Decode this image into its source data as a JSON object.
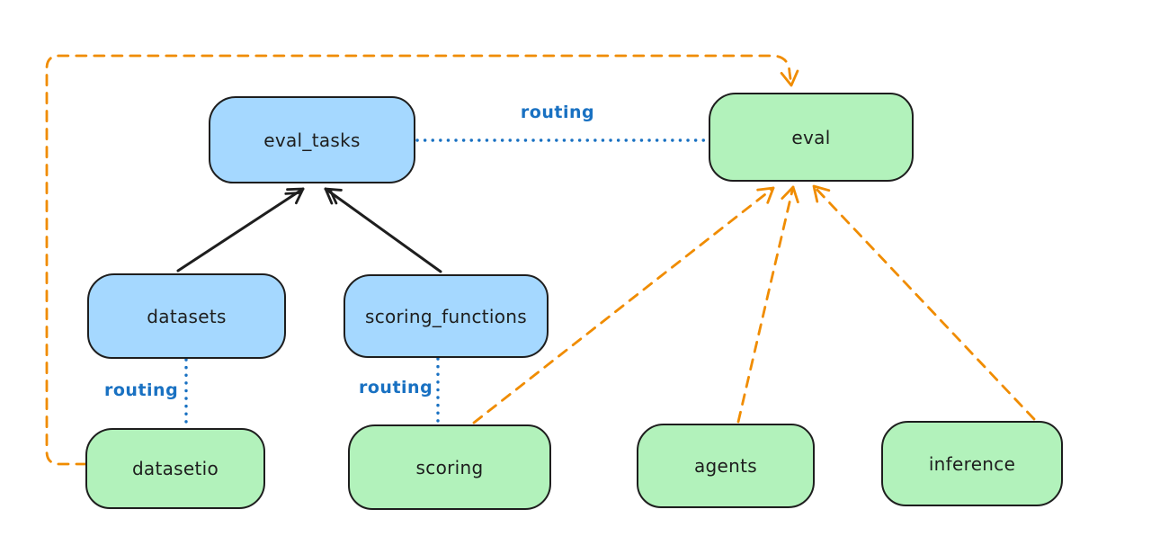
{
  "diagram": {
    "nodes": [
      {
        "id": "eval_tasks",
        "label": "eval_tasks",
        "kind": "resource",
        "color": "blue"
      },
      {
        "id": "eval",
        "label": "eval",
        "kind": "api",
        "color": "green"
      },
      {
        "id": "datasets",
        "label": "datasets",
        "kind": "resource",
        "color": "blue"
      },
      {
        "id": "scoring_functions",
        "label": "scoring_functions",
        "kind": "resource",
        "color": "blue"
      },
      {
        "id": "datasetio",
        "label": "datasetio",
        "kind": "api",
        "color": "green"
      },
      {
        "id": "scoring",
        "label": "scoring",
        "kind": "api",
        "color": "green"
      },
      {
        "id": "agents",
        "label": "agents",
        "kind": "api",
        "color": "green"
      },
      {
        "id": "inference",
        "label": "inference",
        "kind": "api",
        "color": "green"
      }
    ],
    "edges": [
      {
        "from": "datasets",
        "to": "eval_tasks",
        "style": "solid-black-arrow"
      },
      {
        "from": "scoring_functions",
        "to": "eval_tasks",
        "style": "solid-black-arrow"
      },
      {
        "from": "eval_tasks",
        "to": "eval",
        "style": "dotted-blue",
        "label": "routing"
      },
      {
        "from": "datasets",
        "to": "datasetio",
        "style": "dotted-blue",
        "label": "routing"
      },
      {
        "from": "scoring_functions",
        "to": "scoring",
        "style": "dotted-blue",
        "label": "routing"
      },
      {
        "from": "datasetio",
        "to": "eval",
        "style": "dashed-orange-arrow"
      },
      {
        "from": "scoring",
        "to": "eval",
        "style": "dashed-orange-arrow"
      },
      {
        "from": "agents",
        "to": "eval",
        "style": "dashed-orange-arrow"
      },
      {
        "from": "inference",
        "to": "eval",
        "style": "dashed-orange-arrow"
      }
    ],
    "colors": {
      "blue_fill": "#a5d8ff",
      "green_fill": "#b2f2bb",
      "stroke": "#1e1e1e",
      "routing_blue": "#1971c2",
      "orange": "#f08c00",
      "background": "#ffffff"
    }
  }
}
